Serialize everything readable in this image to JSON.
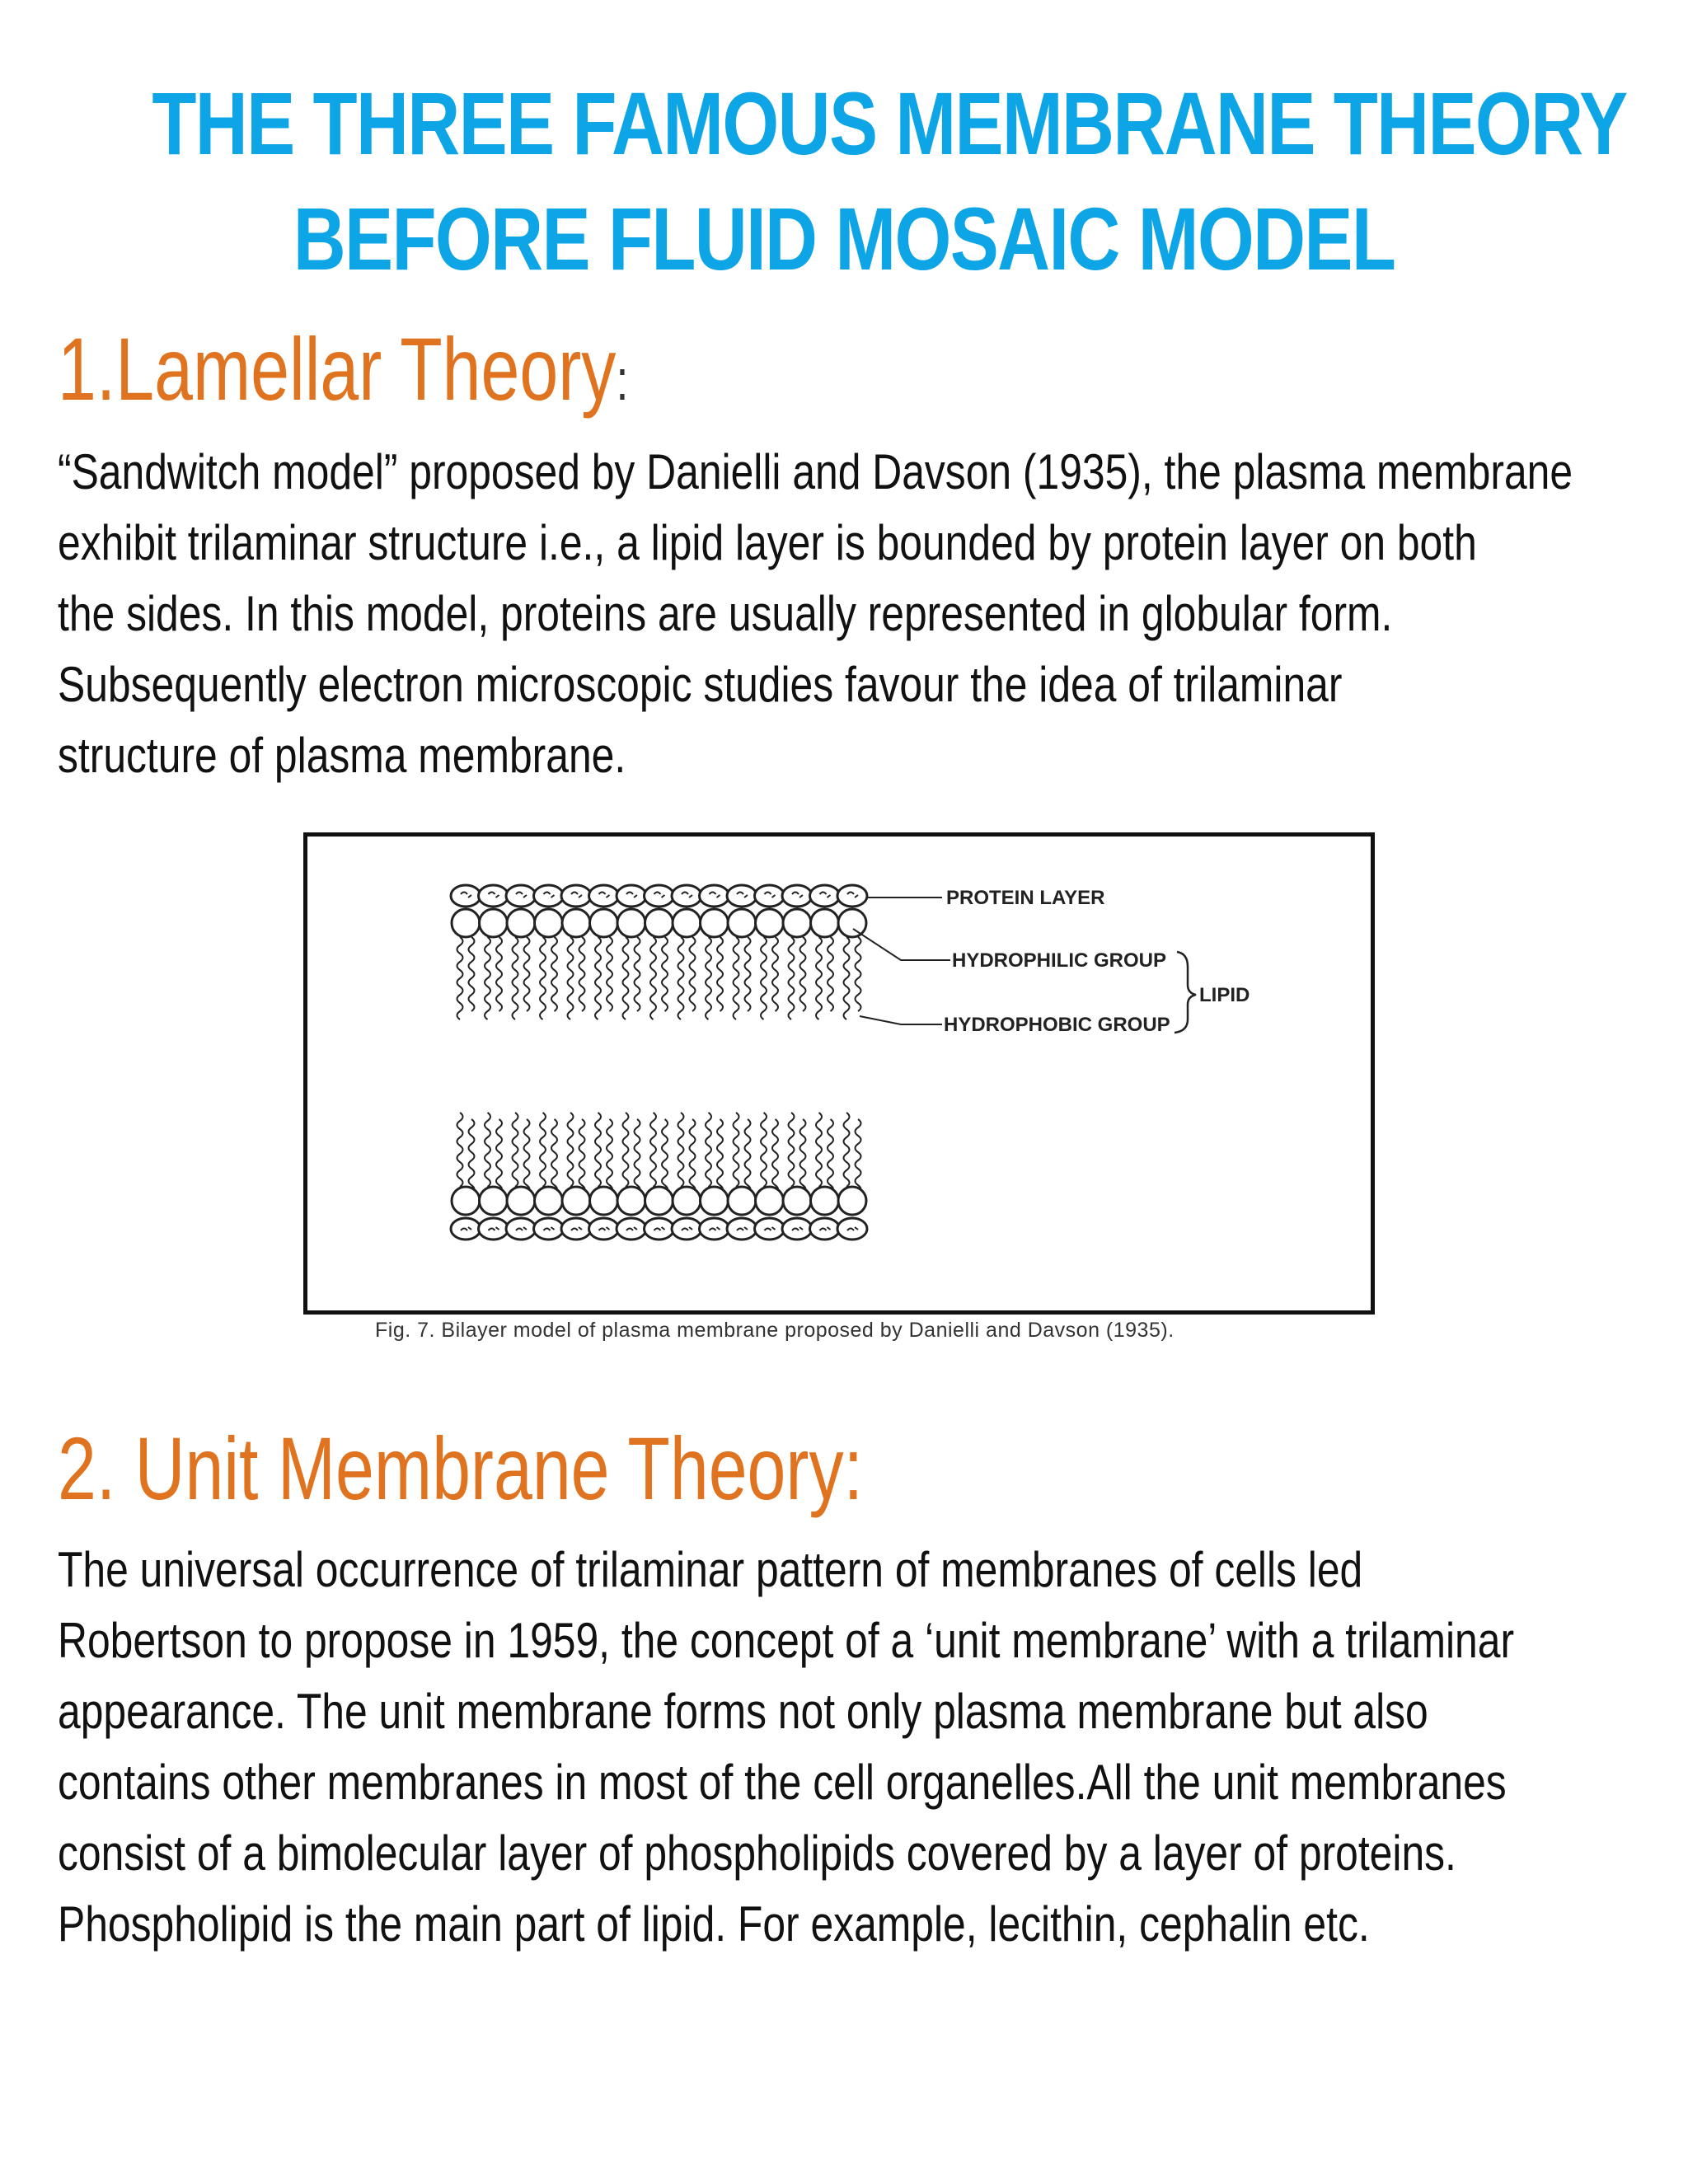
{
  "title": {
    "line1": "THE THREE FAMOUS MEMBRANE THEORY",
    "line2": "BEFORE FLUID MOSAIC MODEL"
  },
  "section1": {
    "heading": "1.Lamellar Theory",
    "colon": ":",
    "lines": [
      "“Sandwitch model” proposed by Danielli and Davson (1935), the plasma membrane",
      "exhibit trilaminar structure i.e., a lipid layer is bounded by protein layer on both",
      "the sides. In this model, proteins are usually represented in globular form.",
      "Subsequently electron microscopic studies favour the idea of trilaminar",
      "structure of plasma membrane."
    ]
  },
  "figure": {
    "labels": {
      "protein_layer": "PROTEIN LAYER",
      "hydrophilic": "HYDROPHILIC GROUP",
      "hydrophobic": "HYDROPHOBIC GROUP",
      "lipid": "LIPID"
    },
    "caption": "Fig. 7. Bilayer model of plasma membrane proposed by Danielli and Davson (1935)."
  },
  "section2": {
    "heading": "2. Unit Membrane Theory:",
    "lines": [
      "The universal occurrence of trilaminar pattern of membranes of cells led",
      "Robertson to propose in 1959, the concept of a ‘unit membrane’ with a trilaminar",
      "appearance. The unit membrane forms not only plasma membrane but also",
      "contains other membranes in most of the cell organelles.All the unit membranes",
      "consist of a bimolecular layer of phospholipids covered by a layer of proteins.",
      "Phospholipid is the main part of lipid. For example, lecithin, cephalin etc."
    ]
  }
}
